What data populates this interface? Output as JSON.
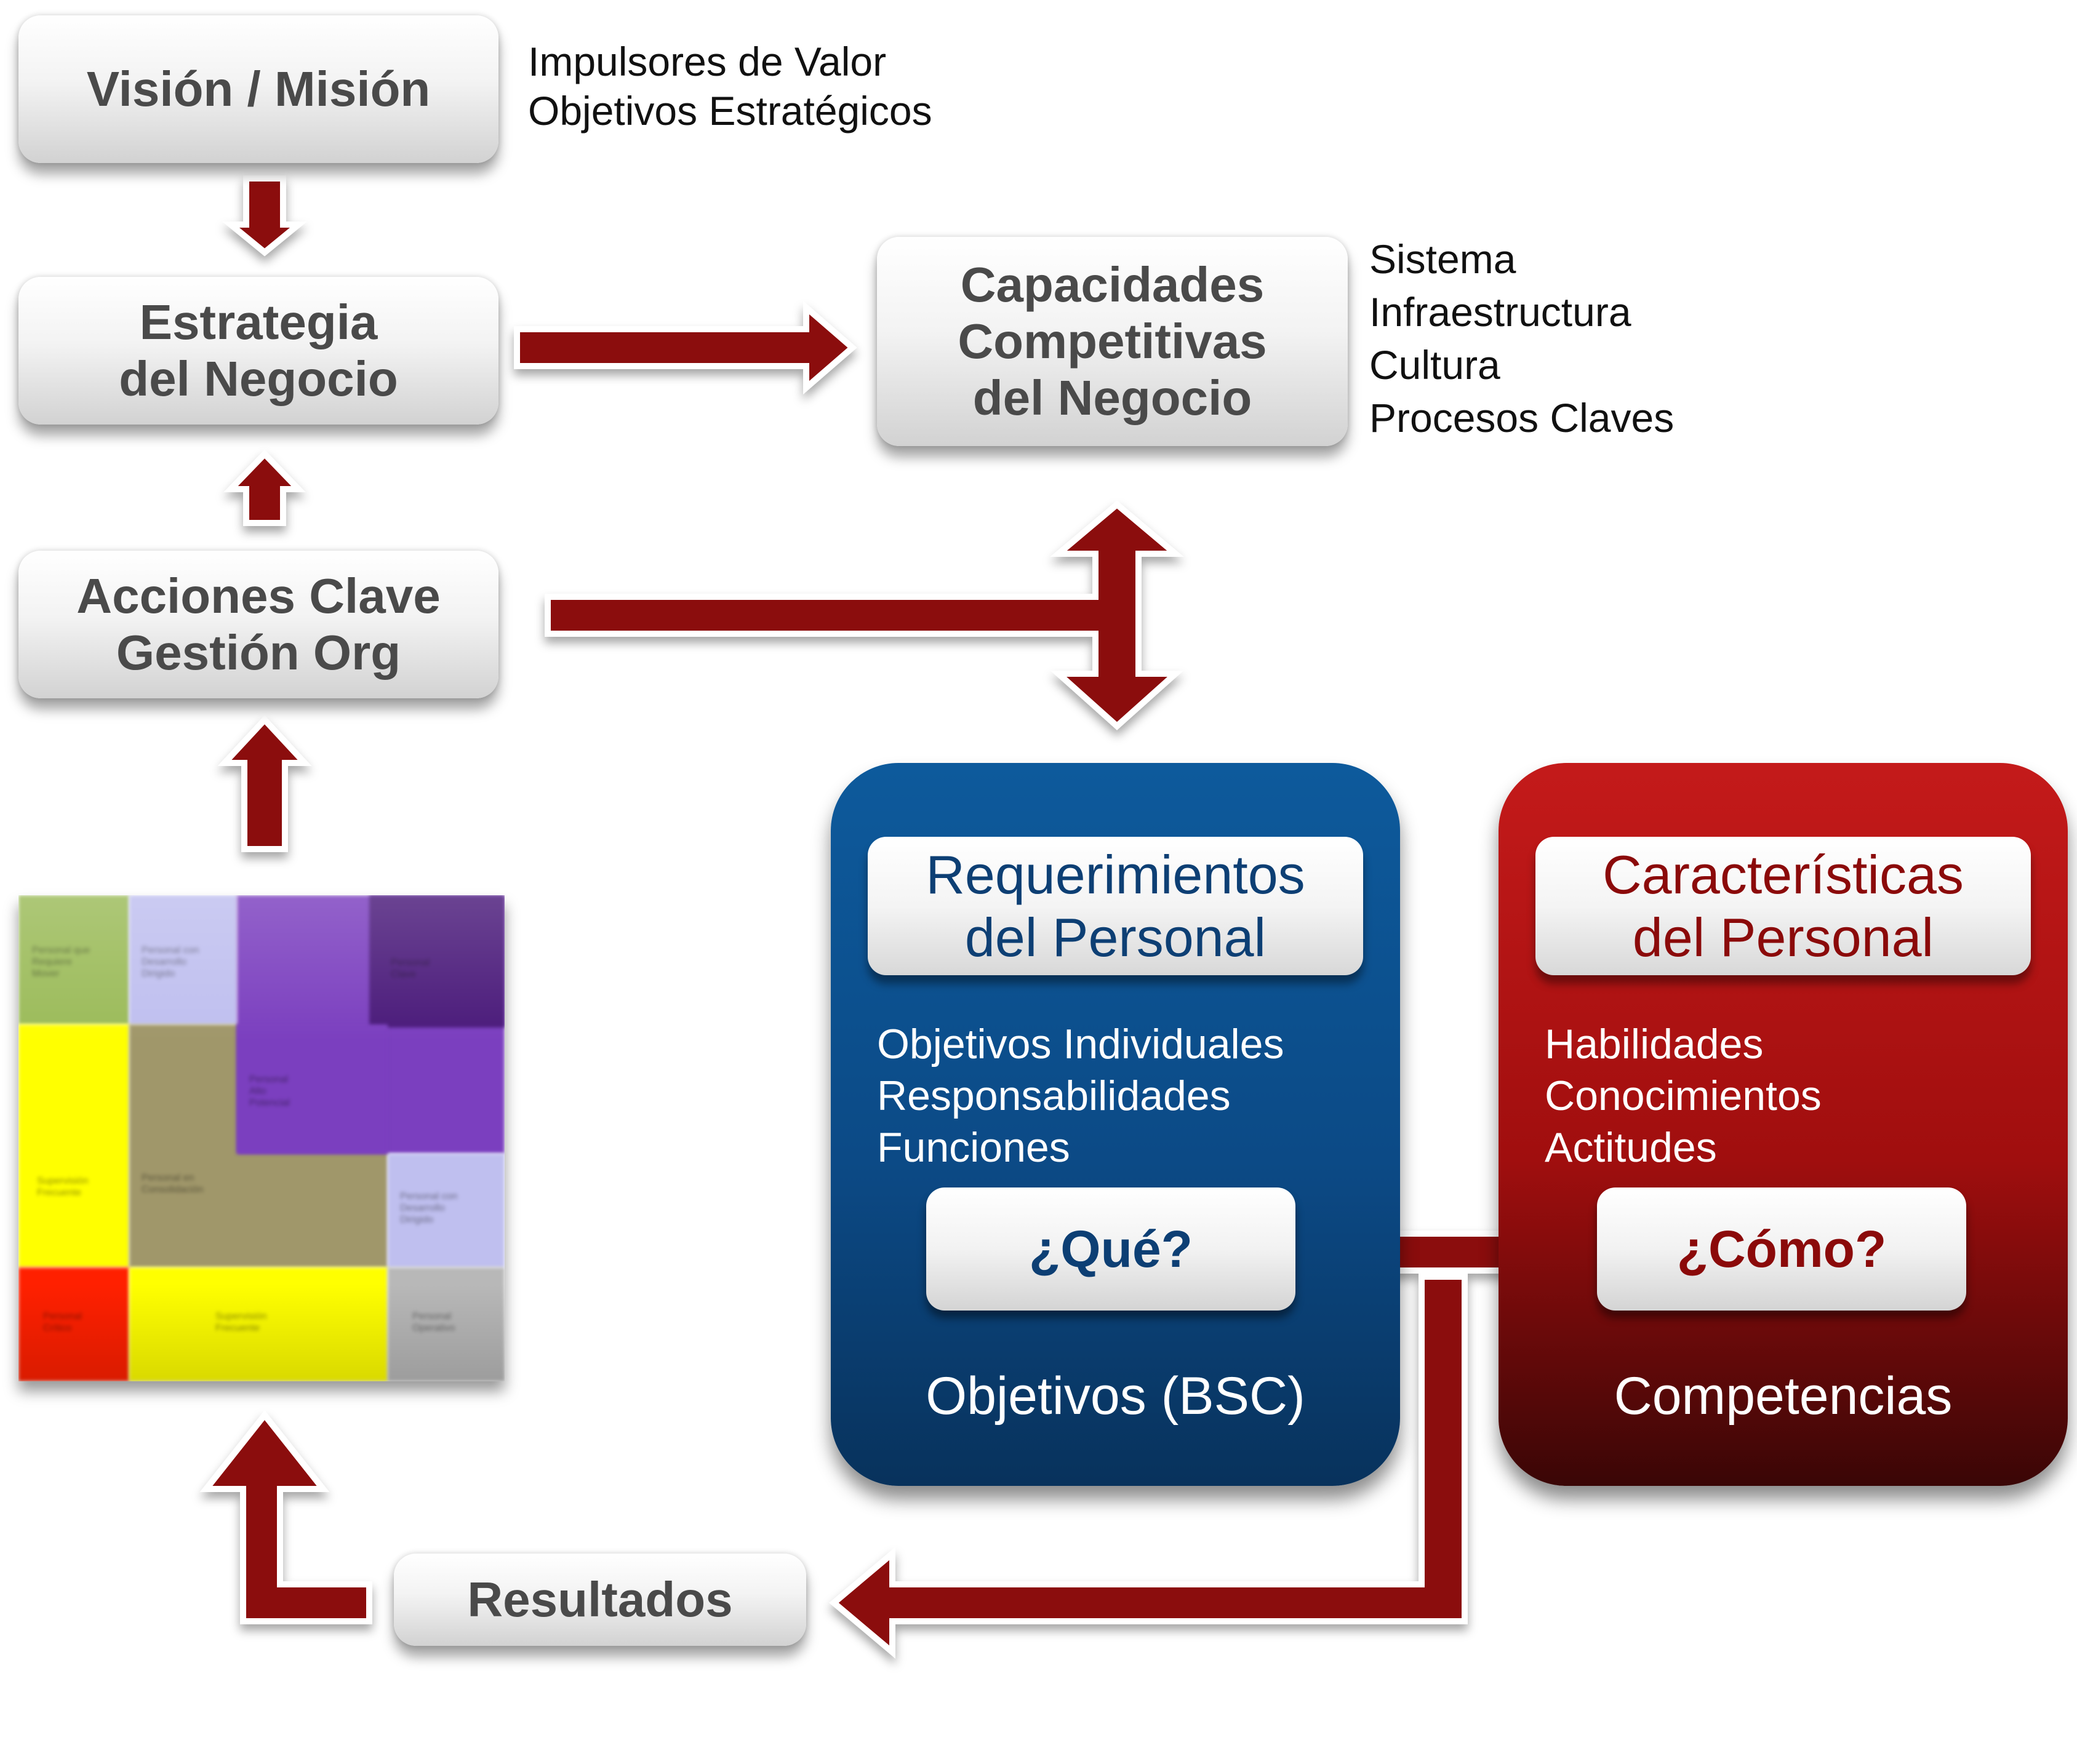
{
  "colors": {
    "arrow": "#8b0a0a",
    "box_text": "#4a4a4a",
    "blue_panel": "#0c4a86",
    "blue_title_text": "#0d3f74",
    "red_panel": "#a00e0e",
    "red_title_text": "#8b0a0a"
  },
  "boxes": {
    "vision": [
      "Visión / Misión"
    ],
    "estrategia": [
      "Estrategia",
      "del Negocio"
    ],
    "acciones": [
      "Acciones Clave",
      "Gestión Org"
    ],
    "capacidades": [
      "Capacidades",
      "Competitivas",
      "del Negocio"
    ],
    "resultados": [
      "Resultados"
    ]
  },
  "notes": {
    "vision": [
      "Impulsores de Valor",
      "Objetivos Estratégicos"
    ],
    "capacidades": [
      "Sistema",
      "Infraestructura",
      "Cultura",
      "Procesos Claves"
    ]
  },
  "panels": {
    "requerimientos": {
      "title": [
        "Requerimientos",
        "del Personal"
      ],
      "items": [
        "Objetivos Individuales",
        "Responsabilidades",
        "Funciones"
      ],
      "question": "¿Qué?",
      "result": "Objetivos (BSC)"
    },
    "caracteristicas": {
      "title": [
        "Características",
        "del Personal"
      ],
      "items": [
        "Habilidades",
        "Conocimientos",
        "Actitudes"
      ],
      "question": "¿Cómo?",
      "result": "Competencias"
    }
  },
  "matrix": {
    "cells": [
      {
        "color": "#9bbb59",
        "lines": [
          "Personal que",
          "Requiere",
          "Mover"
        ]
      },
      {
        "color": "#bfbfef",
        "lines": [
          "Personal con",
          "Desarrollo",
          "Dirigido"
        ]
      },
      {
        "color": "#7b3fbf",
        "lines": []
      },
      {
        "color": "#4a1a7a",
        "lines": [
          "Personal",
          "Clave"
        ]
      },
      {
        "color": "#ffff00",
        "lines": [
          "Supervisión",
          "Frecuente"
        ]
      },
      {
        "color": "#a0976a",
        "lines": [
          "Personal en",
          "Consolidación"
        ]
      },
      {
        "color": "#7b3fbf",
        "lines": [
          "Personal",
          "Alto",
          "Potencial"
        ]
      },
      {
        "color": "#bfbfef",
        "lines": [
          "Personal con",
          "Desarrollo",
          "Dirigido"
        ]
      },
      {
        "color": "#ff2000",
        "lines": [
          "Personal",
          "Crítico"
        ]
      },
      {
        "color": "#ffff00",
        "lines": [
          "Supervisión",
          "Frecuente"
        ]
      },
      {
        "color": "#b8b8b8",
        "lines": [
          "Personal",
          "Operativo"
        ]
      }
    ]
  }
}
